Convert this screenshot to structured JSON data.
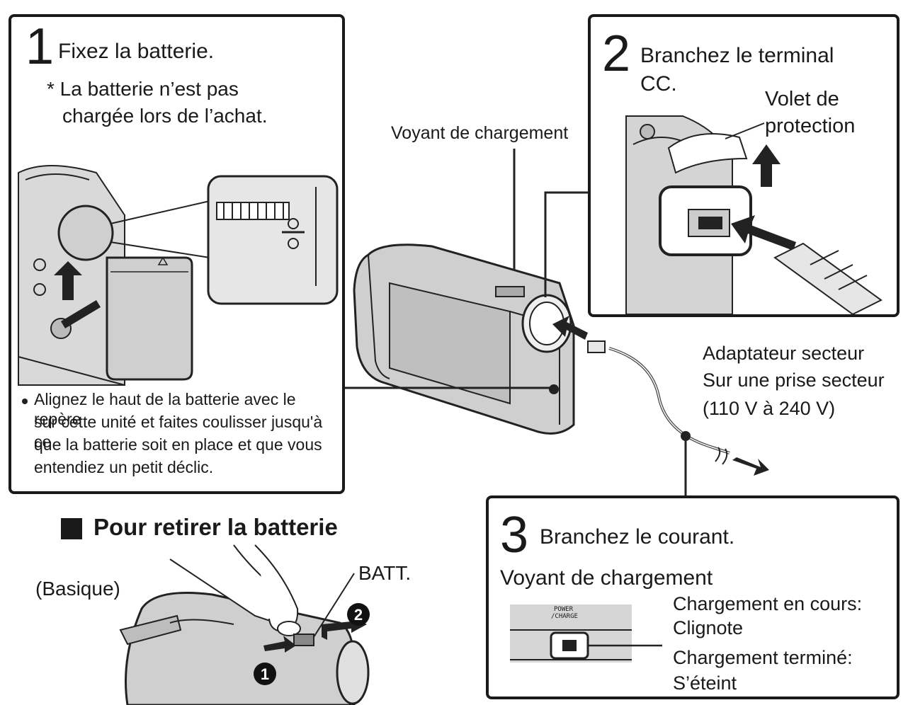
{
  "step1": {
    "number": "1",
    "title": "Fixez la batterie.",
    "note_line1": "* La batterie n’est pas",
    "note_line2": "chargée lors de l’achat.",
    "bullet_lines": [
      "Alignez le haut de la batterie avec le repère",
      "sur cette unité et faites coulisser jusqu'à ce",
      "que la batterie soit en place et que vous",
      "entendiez un petit déclic."
    ]
  },
  "step2": {
    "number": "2",
    "title_line1": "Branchez le terminal",
    "title_line2": "CC.",
    "flap_line1": "Volet de",
    "flap_line2": "protection"
  },
  "step3": {
    "number": "3",
    "title": "Branchez le courant.",
    "indicator_label": "Voyant de chargement",
    "lamp_text_line1": "POWER",
    "lamp_text_line2": "/CHARGE",
    "charging_label": "Chargement en cours:",
    "charging_state": "Clignote",
    "done_label": "Chargement terminé:",
    "done_state": "S’éteint"
  },
  "camera_callout": "Voyant de chargement",
  "adapter": {
    "line1": "Adaptateur secteur",
    "line2": "Sur une prise secteur",
    "line3": "(110 V à 240 V)"
  },
  "remove": {
    "heading": "Pour retirer la batterie",
    "basic_label": "(Basique)",
    "batt_label": "BATT.",
    "marker1": "1",
    "marker2": "2"
  }
}
